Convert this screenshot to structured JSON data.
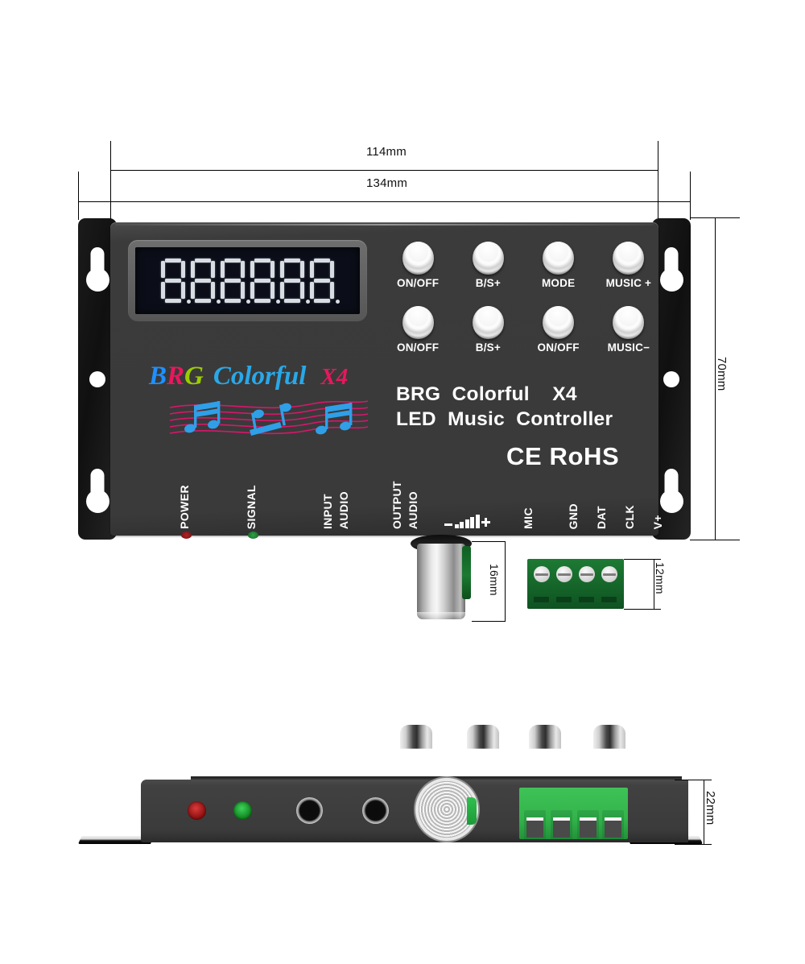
{
  "product": {
    "title": "BRG Colorful X4 LED Music Controller",
    "logo": {
      "b": "B",
      "r": "R",
      "g": "G",
      "colorful": "Colorful",
      "x4": "X4",
      "color_b": "#1e90ff",
      "color_r": "#e8175d",
      "color_g": "#9acd00",
      "color_colorful": "#29a8e8",
      "color_x4": "#e8175d",
      "staff_color": "#d6176a",
      "note_color": "#2f9fe8"
    },
    "model_line1": "BRG  Colorful    X4",
    "model_line2": "LED  Music  Controller",
    "certification": "CE  RoHS"
  },
  "display": {
    "digit_count": 6,
    "segments_on": "all",
    "screen_color": "#0b0e18",
    "segment_color": "#d7dde3"
  },
  "buttons": {
    "row1": [
      {
        "label": "ON/OFF"
      },
      {
        "label": "B/S+"
      },
      {
        "label": "MODE"
      },
      {
        "label": "MUSIC +"
      }
    ],
    "row2": [
      {
        "label": "ON/OFF"
      },
      {
        "label": "B/S+"
      },
      {
        "label": "ON/OFF"
      },
      {
        "label": "MUSIC−"
      }
    ]
  },
  "port_labels": {
    "power": "POWER",
    "signal": "SIGNAL",
    "input_audio_1": "INPUT",
    "input_audio_2": "AUDIO",
    "output_audio_1": "OUTPUT",
    "output_audio_2": "AUDIO",
    "volume_minus": "−",
    "volume_plus": "+",
    "mic": "MIC",
    "gnd": "GND",
    "dat": "DAT",
    "clk": "CLK",
    "vplus": "V+"
  },
  "indicators": {
    "power_led_color": "#8b1c1c",
    "signal_led_color": "#1f8b2f"
  },
  "terminal_block": {
    "pin_count": 4,
    "color": "#15652a",
    "pins": [
      "GND",
      "DAT",
      "CLK",
      "V+"
    ]
  },
  "dimensions": {
    "width_inner": "114mm",
    "width_outer": "134mm",
    "height": "70mm",
    "mic_height": "16mm",
    "terminal_height": "12mm",
    "depth": "22mm"
  }
}
